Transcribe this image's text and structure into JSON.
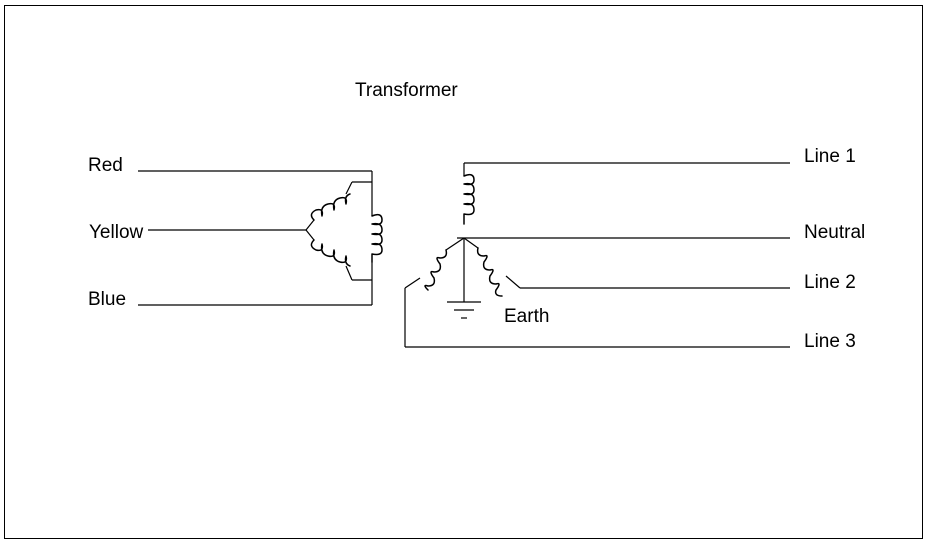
{
  "diagram": {
    "title": "Transformer",
    "primary_labels": {
      "red": "Red",
      "yellow": "Yellow",
      "blue": "Blue"
    },
    "secondary_labels": {
      "line1": "Line 1",
      "neutral": "Neutral",
      "line2": "Line 2",
      "line3": "Line 3",
      "earth": "Earth"
    },
    "primary_connection": "delta",
    "secondary_connection": "wye",
    "colors": {
      "line": "#000000",
      "background": "#ffffff"
    }
  }
}
